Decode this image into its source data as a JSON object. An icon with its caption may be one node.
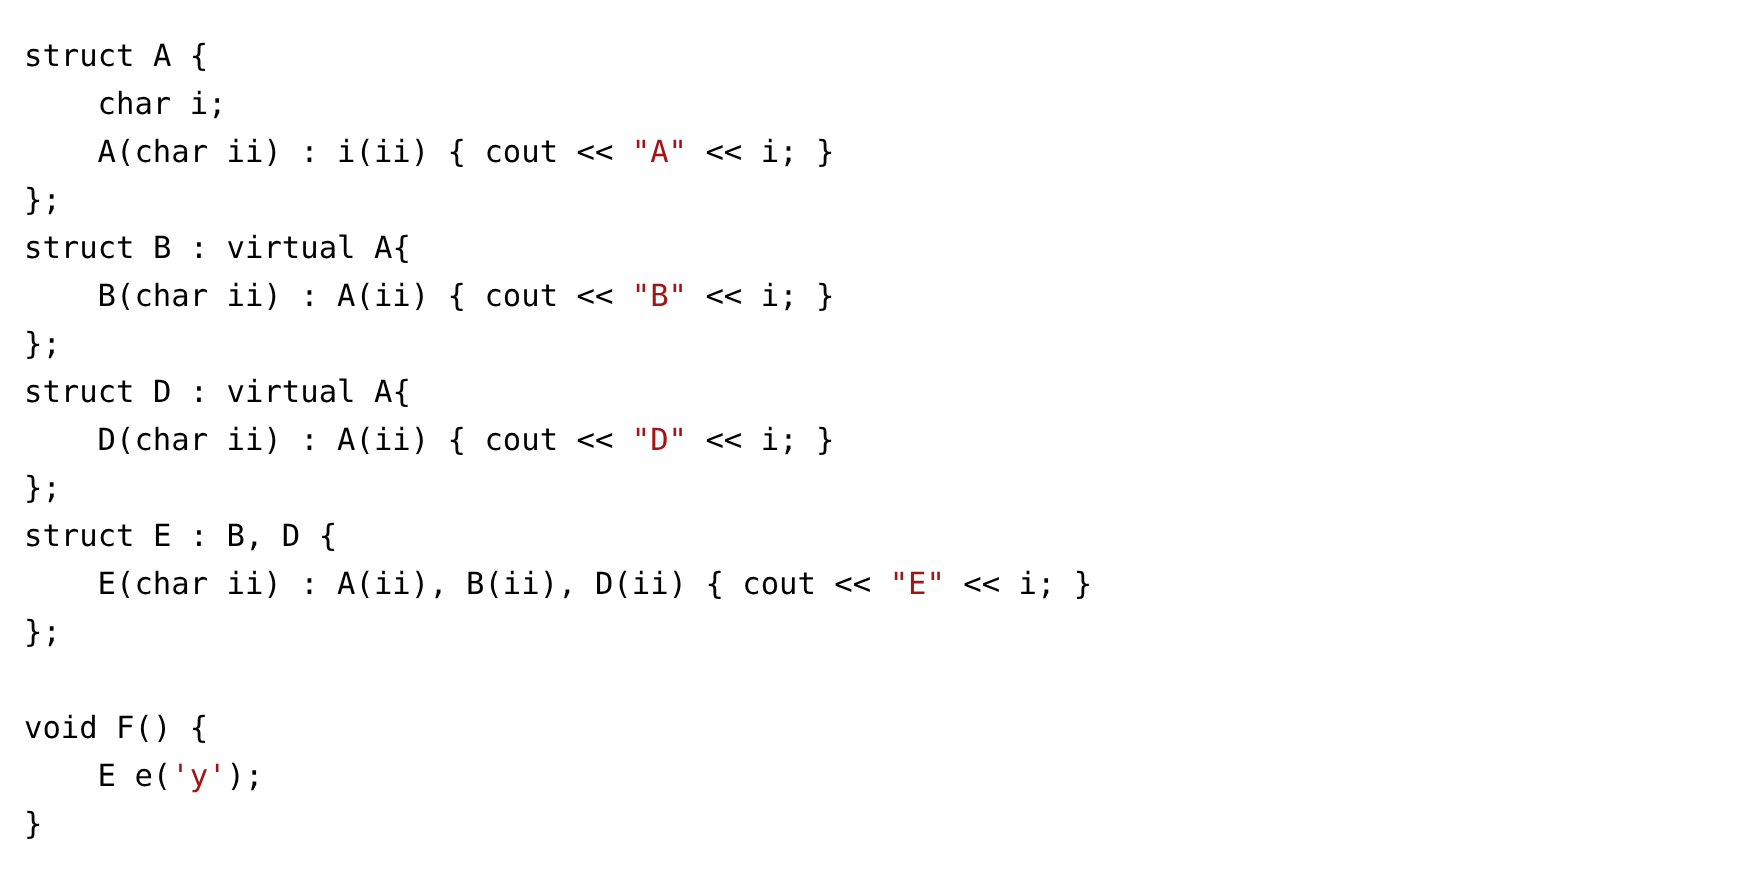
{
  "diagram": {
    "labels": [
      "struct A {",
      "char i;",
      "A(char ii) : i(ii) { cout << \"A\" << i; }",
      "};",
      "struct B : virtual A{",
      "B(char ii) : A(ii) { cout << \"B\" << i; }",
      "};",
      "struct D : virtual A{",
      "D(char ii) : A(ii) { cout << \"D\" << i; }",
      "};",
      "struct E : B, D {",
      "E(char ii) : A(ii), B(ii), D(ii) { cout << \"E\" << i; }",
      "};",
      "void F() {",
      "E e('y');",
      "}"
    ]
  }
}
